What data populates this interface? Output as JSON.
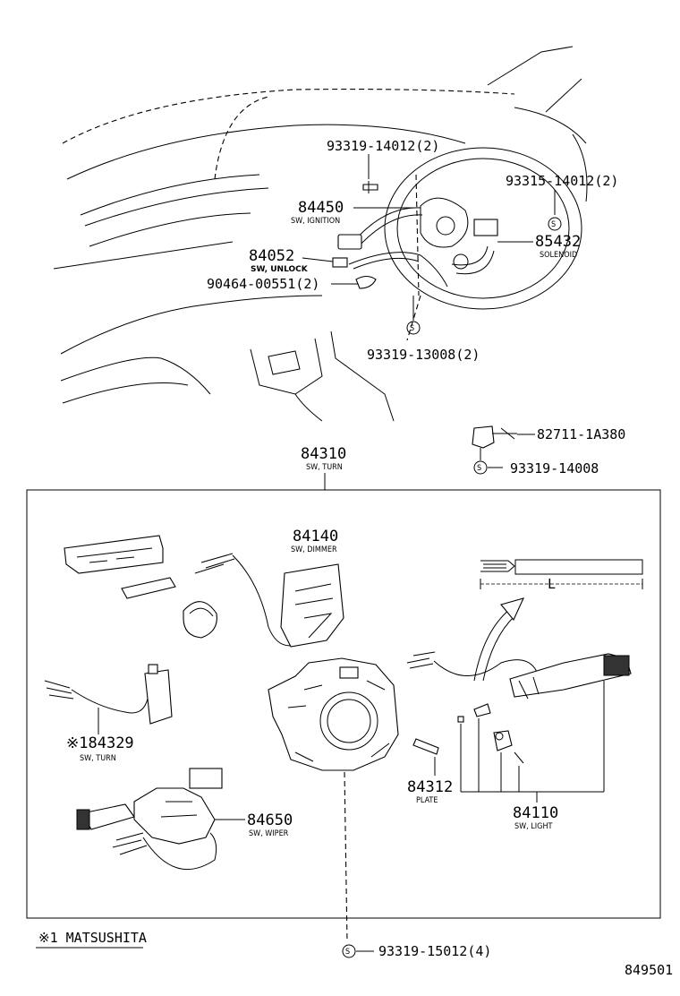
{
  "labels": {
    "p93319_14012": "93319-14012(2)",
    "p93315_14012": "93315-14012(2)",
    "p84450": "84450",
    "p84450_sub": "SW, IGNITION",
    "p85432": "85432",
    "p85432_sub": "SOLENOID",
    "p84052": "84052",
    "p84052_sub": "SW, UNLOCK",
    "p90464": "90464-00551(2)",
    "p93319_13008": "93319-13008(2)",
    "p82711": "82711-1A380",
    "p93319_14008": "93319-14008",
    "p84310": "84310",
    "p84310_sub": "SW, TURN",
    "p84140": "84140",
    "p84140_sub": "SW, DIMMER",
    "p84329": "84329",
    "p84329_prefix": "※1",
    "p84329_sub": "SW, TURN",
    "p84312": "84312",
    "p84312_sub": "PLATE",
    "p84110": "84110",
    "p84110_sub": "SW, LIGHT",
    "p84650": "84650",
    "p84650_sub": "SW, WIPER",
    "p93319_15012": "93319-15012(4)",
    "dim_L": "L",
    "footnote": "※1 MATSUSHITA",
    "diagram_id": "849501",
    "screw_symbol": "S"
  }
}
